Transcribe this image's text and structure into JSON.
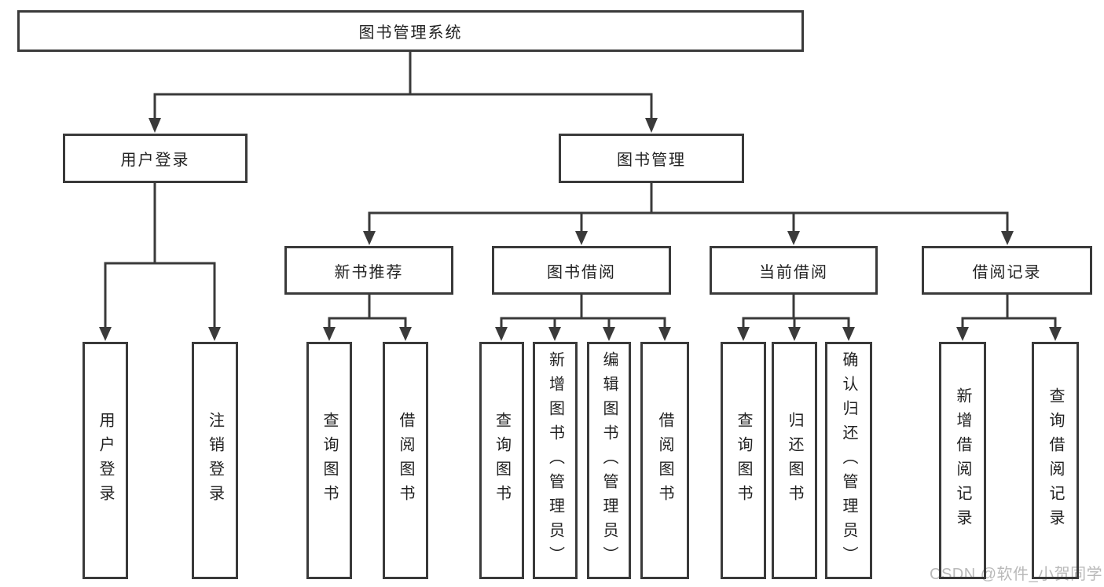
{
  "nodes": {
    "root": "图书管理系统",
    "user_login": "用户登录",
    "book_mgmt": "图书管理",
    "new_book_rec": "新书推荐",
    "book_borrow": "图书借阅",
    "current_borrow": "当前借阅",
    "borrow_records": "借阅记录",
    "leaf_user_login": "用户登录",
    "leaf_logout": "注销登录",
    "rec_query_book": "查询图书",
    "rec_borrow_book": "借阅图书",
    "bb_query_book": "查询图书",
    "bb_add_book": "新增图书（管理员）",
    "bb_edit_book": "编辑图书（管理员）",
    "bb_borrow_book": "借阅图书",
    "cb_query_book": "查询图书",
    "cb_return_book": "归还图书",
    "cb_confirm_return": "确认归还（管理员）",
    "br_add_record": "新增借阅记录",
    "br_query_record": "查询借阅记录"
  },
  "watermark": "CSDN @软件_小贺同学",
  "colors": {
    "line": "#3a3a3a",
    "text": "#222222",
    "box_background": "#ffffff",
    "page_background": "#ffffff",
    "watermark": "#b9b9b9"
  }
}
